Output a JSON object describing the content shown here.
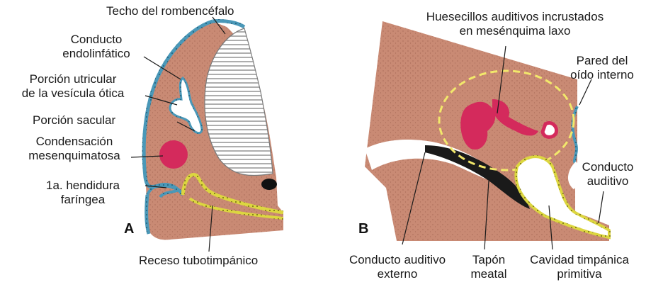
{
  "panels": {
    "a": "A",
    "b": "B"
  },
  "labels": {
    "techo_rombencefalo": "Techo del rombencéfalo",
    "conducto_endolinfatico": "Conducto\nendolinfático",
    "porcion_utricular": "Porción utricular\nde la vesícula ótica",
    "porcion_sacular": "Porción sacular",
    "condensacion_mesenquimatosa": "Condensación\nmesenquimatosa",
    "hendidura_faringea": "1a. hendidura\nfaríngea",
    "receso_tubotimpanico": "Receso tubotimpánico",
    "huesecillos": "Huesecillos auditivos incrustados\nen mesénquima laxo",
    "pared_oido_interno": "Pared del\noído interno",
    "conducto_auditivo": "Conducto\nauditivo",
    "conducto_auditivo_externo": "Conducto auditivo\nexterno",
    "tapon_meatal": "Tapón\nmeatal",
    "cavidad_timpanica": "Cavidad timpánica\nprimitiva"
  },
  "colors": {
    "tissue": "#c98a74",
    "ectoderm": "#3f8fb0",
    "endoderm": "#d4cf3a",
    "condensation": "#d42a5c",
    "meatal_plug": "#1a1a1a",
    "hatch": "#9a9a9a"
  }
}
